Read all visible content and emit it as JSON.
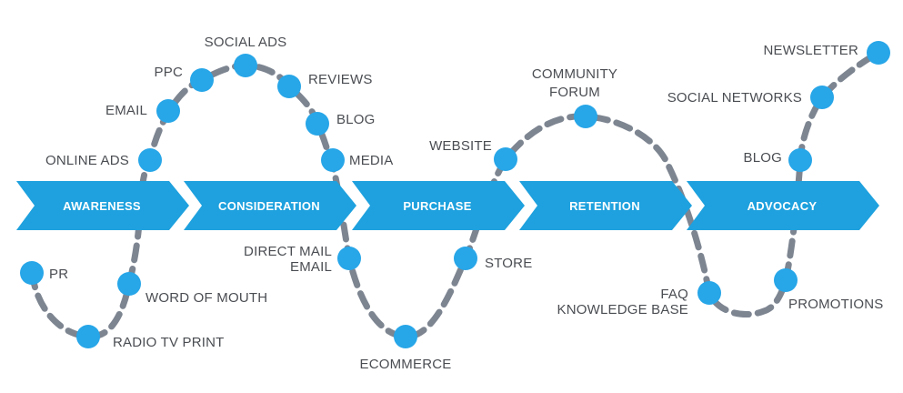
{
  "colors": {
    "arrow": "#1ea1de",
    "dot": "#27a6e8",
    "path": "#7d8591",
    "label": "#4a4d52",
    "stage_text": "#ffffff"
  },
  "stages": [
    {
      "id": "awareness",
      "label": "AWARENESS"
    },
    {
      "id": "consideration",
      "label": "CONSIDERATION"
    },
    {
      "id": "purchase",
      "label": "PURCHASE"
    },
    {
      "id": "retention",
      "label": "RETENTION"
    },
    {
      "id": "advocacy",
      "label": "ADVOCACY"
    }
  ],
  "touchpoints": {
    "pr": [
      "PR"
    ],
    "radio_tv_print": [
      "RADIO TV PRINT"
    ],
    "word_of_mouth": [
      "WORD OF MOUTH"
    ],
    "online_ads": [
      "ONLINE ADS"
    ],
    "email": [
      "EMAIL"
    ],
    "ppc": [
      "PPC"
    ],
    "social_ads": [
      "SOCIAL ADS"
    ],
    "reviews": [
      "REVIEWS"
    ],
    "blog": [
      "BLOG"
    ],
    "media": [
      "MEDIA"
    ],
    "direct_mail_email": [
      "DIRECT MAIL",
      "EMAIL"
    ],
    "ecommerce": [
      "ECOMMERCE"
    ],
    "store": [
      "STORE"
    ],
    "website": [
      "WEBSITE"
    ],
    "community_forum": [
      "COMMUNITY",
      "FORUM"
    ],
    "faq_knowledge_base": [
      "FAQ",
      "KNOWLEDGE BASE"
    ],
    "promotions": [
      "PROMOTIONS"
    ],
    "blog_advocacy": [
      "BLOG"
    ],
    "social_networks": [
      "SOCIAL NETWORKS"
    ],
    "newsletter": [
      "NEWSLETTER"
    ]
  }
}
